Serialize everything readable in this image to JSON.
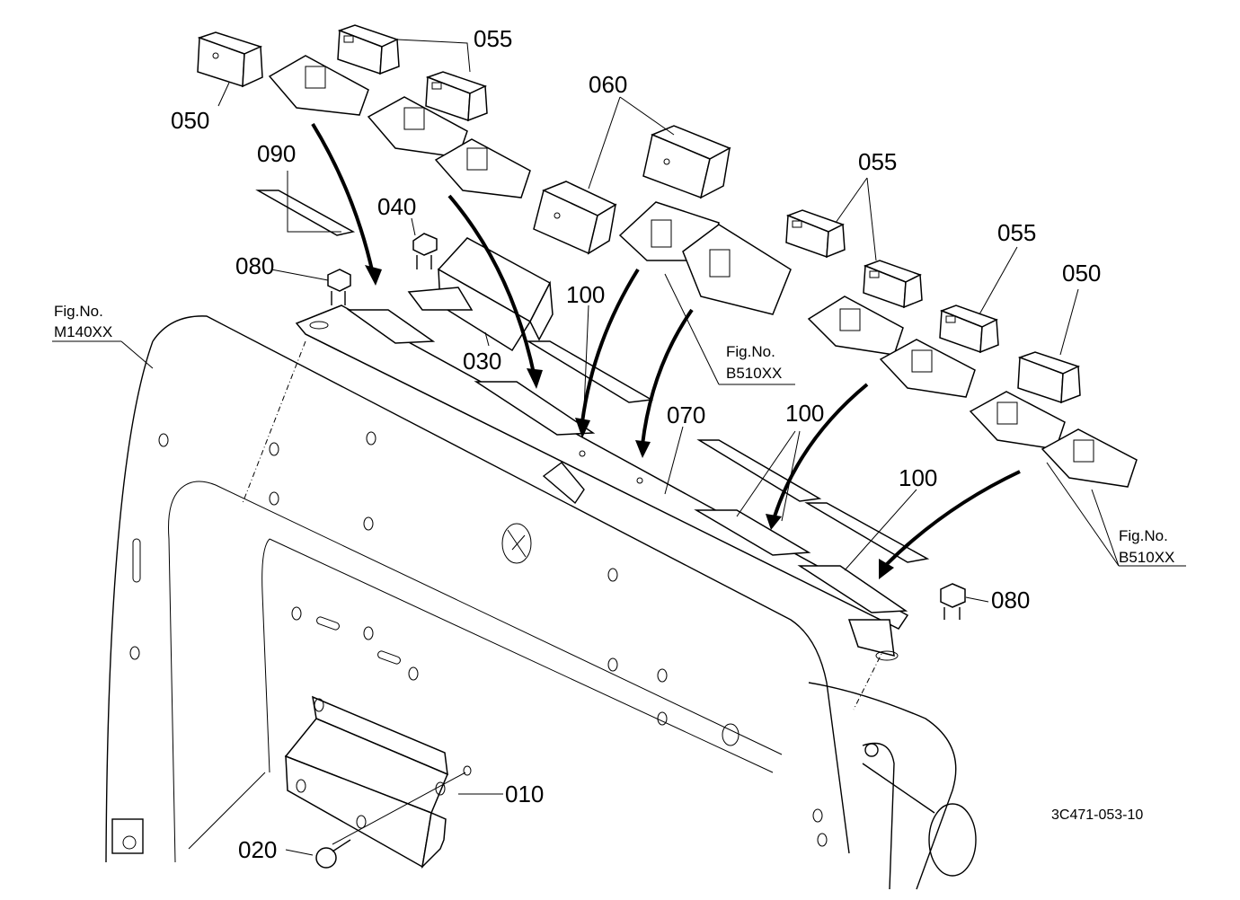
{
  "diagram": {
    "drawing_code": "3C471-053-10",
    "callouts": [
      {
        "id": "c010",
        "text": "010"
      },
      {
        "id": "c020",
        "text": "020"
      },
      {
        "id": "c030",
        "text": "030"
      },
      {
        "id": "c040",
        "text": "040"
      },
      {
        "id": "c050a",
        "text": "050"
      },
      {
        "id": "c050b",
        "text": "050"
      },
      {
        "id": "c055a",
        "text": "055"
      },
      {
        "id": "c055b",
        "text": "055"
      },
      {
        "id": "c055c",
        "text": "055"
      },
      {
        "id": "c060",
        "text": "060"
      },
      {
        "id": "c070",
        "text": "070"
      },
      {
        "id": "c080a",
        "text": "080"
      },
      {
        "id": "c080b",
        "text": "080"
      },
      {
        "id": "c090",
        "text": "090"
      },
      {
        "id": "c100a",
        "text": "100"
      },
      {
        "id": "c100b",
        "text": "100"
      },
      {
        "id": "c100c",
        "text": "100"
      }
    ],
    "figure_refs": [
      {
        "id": "m140",
        "line1": "Fig.No.",
        "line2": "M140XX"
      },
      {
        "id": "b510a",
        "line1": "Fig.No.",
        "line2": "B510XX"
      },
      {
        "id": "b510b",
        "line1": "Fig.No.",
        "line2": "B510XX"
      }
    ]
  }
}
